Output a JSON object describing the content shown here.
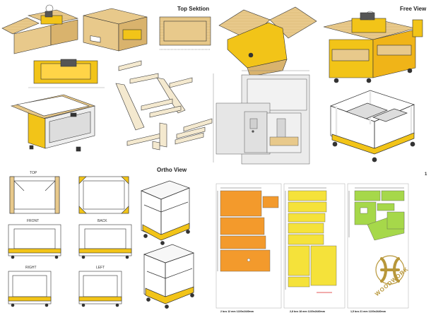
{
  "titles": {
    "top_section": "Top Sektion",
    "free_view": "Free View",
    "ortho_view": "Ortho View"
  },
  "view_labels": {
    "top": "TOP",
    "front": "FRONT",
    "back": "BACK",
    "right": "RIGHT",
    "left": "LEFT"
  },
  "sheets": [
    {
      "caption": "2 bcs 12 mm 1220x2440mm",
      "color": "#f39a2c"
    },
    {
      "caption": "2,8 bcs 18 mm 1220x2440mm",
      "color": "#f5e23a"
    },
    {
      "caption": "1,5 bcs 21 mm 1220x2440mm",
      "color": "#a6d84a"
    }
  ],
  "logo": {
    "monogram": "H",
    "text": "WOODWORK"
  },
  "colors": {
    "yellow": "#f2c418",
    "plywood": "#e8c98b",
    "outline": "#333333",
    "orange": "#f39a2c",
    "lemon": "#f5e23a",
    "green": "#a6d84a",
    "logo_gold": "#b8973a"
  },
  "page_number": "1"
}
